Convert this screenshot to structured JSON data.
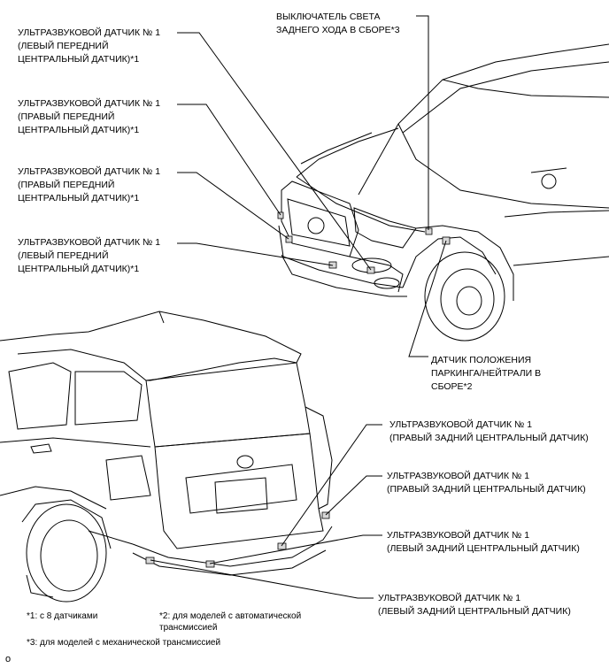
{
  "labels": {
    "front_left_1": "УЛЬТРАЗВУКОВОЙ ДАТЧИК № 1\n(ЛЕВЫЙ ПЕРЕДНИЙ\nЦЕНТРАЛЬНЫЙ ДАТЧИК)*1",
    "front_right_1": "УЛЬТРАЗВУКОВОЙ ДАТЧИК № 1\n(ПРАВЫЙ ПЕРЕДНИЙ\nЦЕНТРАЛЬНЫЙ ДАТЧИК)*1",
    "front_right_2": "УЛЬТРАЗВУКОВОЙ ДАТЧИК № 1\n(ПРАВЫЙ ПЕРЕДНИЙ\nЦЕНТРАЛЬНЫЙ ДАТЧИК)*1",
    "front_left_2": "УЛЬТРАЗВУКОВОЙ ДАТЧИК № 1\n(ЛЕВЫЙ ПЕРЕДНИЙ\nЦЕНТРАЛЬНЫЙ ДАТЧИК)*1",
    "backup_light_switch": "ВЫКЛЮЧАТЕЛЬ СВЕТА\nЗАДНЕГО ХОДА В СБОРЕ*3",
    "park_neutral_switch": "ДАТЧИК ПОЛОЖЕНИЯ\nПАРКИНГА/НЕЙТРАЛИ В\nСБОРЕ*2",
    "rear_right_1": "УЛЬТРАЗВУКОВОЙ ДАТЧИК № 1\n(ПРАВЫЙ ЗАДНИЙ ЦЕНТРАЛЬНЫЙ ДАТЧИК)",
    "rear_right_2": "УЛЬТРАЗВУКОВОЙ ДАТЧИК № 1\n(ПРАВЫЙ ЗАДНИЙ ЦЕНТРАЛЬНЫЙ ДАТЧИК)",
    "rear_left_1": "УЛЬТРАЗВУКОВОЙ ДАТЧИК № 1\n(ЛЕВЫЙ ЗАДНИЙ ЦЕНТРАЛЬНЫЙ ДАТЧИК)",
    "rear_left_2": "УЛЬТРАЗВУКОВОЙ ДАТЧИК № 1\n(ЛЕВЫЙ ЗАДНИЙ ЦЕНТРАЛЬНЫЙ ДАТЧИК)"
  },
  "footnotes": {
    "note1": "*1: с 8 датчиками",
    "note2": "*2: для моделей с автоматической\nтрансмиссией",
    "note3": "*3: для моделей с механической трансмиссией"
  },
  "corner_mark": "o"
}
